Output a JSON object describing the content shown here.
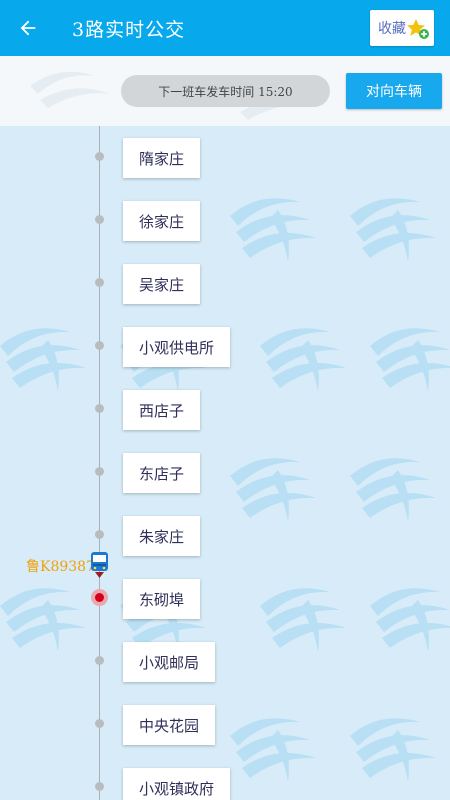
{
  "header": {
    "back_icon": "arrow-left-icon",
    "title": "3路实时公交",
    "favorite_label": "收藏",
    "favorite_icon": "star-add-icon"
  },
  "info": {
    "next_departure": "下一班车发车时间 15:20",
    "opposite_button": "对向车辆"
  },
  "route": {
    "stops": [
      "隋家庄",
      "徐家庄",
      "吴家庄",
      "小观供电所",
      "西店子",
      "东店子",
      "朱家庄",
      "东砌埠",
      "小观邮局",
      "中央花园",
      "小观镇政府"
    ],
    "current_stop": "东砌埠",
    "bus": {
      "plate": "鲁K89387",
      "icon": "bus-icon"
    }
  },
  "colors": {
    "primary": "#07a9ec",
    "button": "#18a8ee",
    "current_stop": "#d6001c",
    "plate": "#f0a10a"
  }
}
